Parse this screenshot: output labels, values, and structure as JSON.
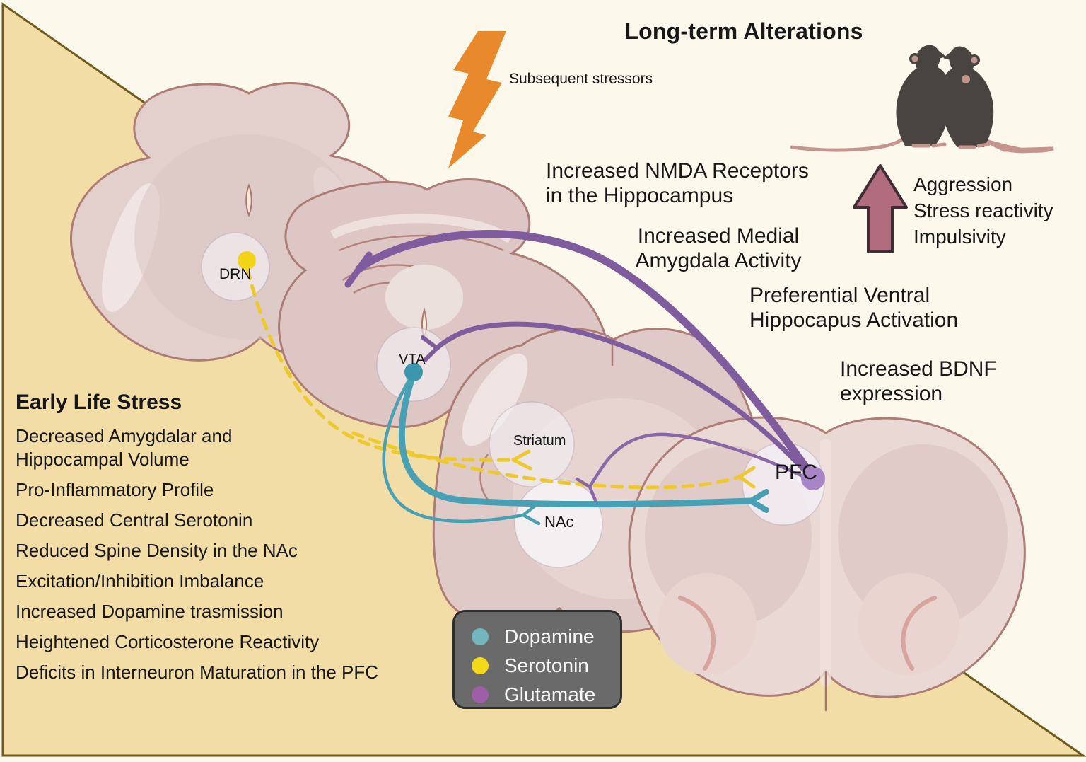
{
  "titles": {
    "long_term": "Long-term Alterations",
    "early_life": "Early Life Stress"
  },
  "stressors": {
    "label": "Subsequent stressors"
  },
  "annotations": {
    "nmda": "Increased NMDA Receptors\nin the Hippocampus",
    "amygdala": "Increased Medial\nAmygdala Activity",
    "hippocampus": "Preferential Ventral\nHippocapus Activation",
    "bdnf": "Increased BDNF\nexpression"
  },
  "arrow_effects": {
    "items": [
      "Aggression",
      "Stress reactivity",
      "Impulsivity"
    ]
  },
  "early_life_effects": {
    "items": [
      "Decreased Amygdalar and\nHippocampal Volume",
      "Pro-Inflammatory Profile",
      "Decreased Central Serotonin",
      "Reduced Spine Density in the NAc",
      "Excitation/Inhibition Imbalance",
      "Increased Dopamine trasmission",
      "Heightened Corticosterone Reactivity",
      "Deficits in Interneuron Maturation in the PFC"
    ]
  },
  "brain_regions": {
    "drn": "DRN",
    "vta": "VTA",
    "striatum": "Striatum",
    "nac": "NAc",
    "pfc": "PFC"
  },
  "legend": {
    "items": [
      {
        "label": "Dopamine",
        "color": "#74b6bd"
      },
      {
        "label": "Serotonin",
        "color": "#f4d91a"
      },
      {
        "label": "Glutamate",
        "color": "#9f5ea7"
      }
    ]
  },
  "colors": {
    "dopamine_path": "#47a0b3",
    "serotonin_path": "#ecca2f",
    "glutamate_path": "#7e5c9e",
    "lightning": "#e8892b",
    "arrow_fill": "#b16c7d",
    "background_tan": "#f3dda7",
    "background_cream": "#fcf8ec",
    "legend_background": "#6a6a6a"
  }
}
